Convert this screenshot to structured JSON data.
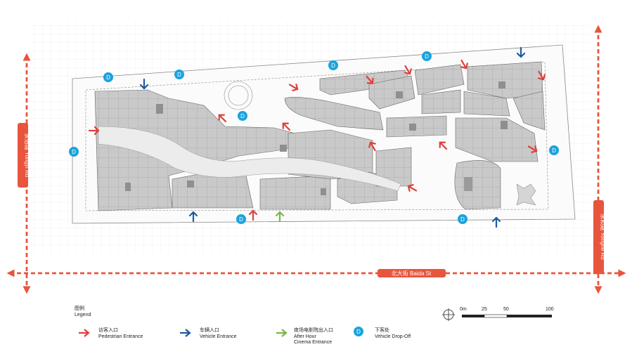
{
  "roads": {
    "west": "永怡路 Yongyi Rd",
    "east": "永和路 Yonghe Rd",
    "south": "北大街 Baida St"
  },
  "dropoff_marker": "D",
  "legend": {
    "title_cn": "图例",
    "title_en": "Legend",
    "items": [
      {
        "cn": "访客入口",
        "en": "Pedestrian Entrance",
        "color": "#e0403a"
      },
      {
        "cn": "车辆入口",
        "en": "Vehicle Entrance",
        "color": "#1f5aa0"
      },
      {
        "cn": "夜场电影院出入口",
        "en": "After Hour\nCinema Entrance",
        "color": "#7ab648"
      },
      {
        "cn": "下客处",
        "en": "Vehicle Drop-Off",
        "color": "#1aa3dd"
      }
    ]
  },
  "scale": {
    "labels": [
      "0m",
      "25",
      "50",
      "100"
    ]
  },
  "colors": {
    "road": "#e8553d",
    "building": "#c9c9c9",
    "building_dark": "#9a9a9a",
    "walkway": "#ececec",
    "pedestrian": "#e0403a",
    "vehicle": "#1f5aa0",
    "cinema": "#7ab648",
    "dropoff": "#1aa3dd"
  }
}
